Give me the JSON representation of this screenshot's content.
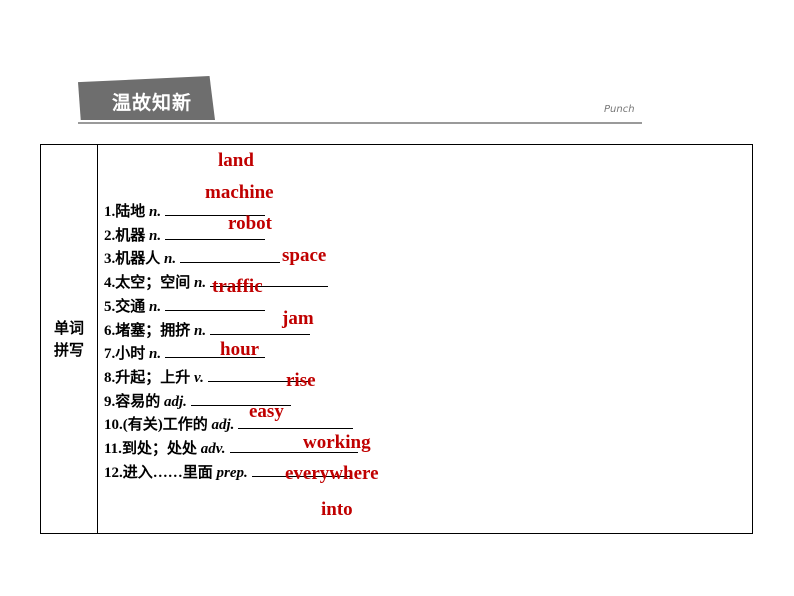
{
  "header": {
    "title": "温故知新",
    "corner_text": "Punch"
  },
  "table": {
    "row_label": "单词拼写",
    "items": [
      {
        "num": "1.",
        "cn": "陆地",
        "pos": "n.",
        "answer": "land"
      },
      {
        "num": "2.",
        "cn": "机器",
        "pos": "n.",
        "answer": "machine"
      },
      {
        "num": "3.",
        "cn": "机器人",
        "pos": "n.",
        "answer": "robot"
      },
      {
        "num": "4.",
        "cn": "太空；空间",
        "pos": "n.",
        "answer": "space"
      },
      {
        "num": "5.",
        "cn": "交通",
        "pos": "n.",
        "answer": "traffic"
      },
      {
        "num": "6.",
        "cn": "堵塞；拥挤",
        "pos": "n.",
        "answer": "jam"
      },
      {
        "num": "7.",
        "cn": "小时",
        "pos": "n.",
        "answer": "hour"
      },
      {
        "num": "8.",
        "cn": "升起；上升",
        "pos": "v.",
        "answer": "rise"
      },
      {
        "num": "9.",
        "cn": "容易的",
        "pos": "adj.",
        "answer": "easy"
      },
      {
        "num": "10.",
        "cn": "(有关)工作的",
        "pos": "adj.",
        "answer": "working"
      },
      {
        "num": "11.",
        "cn": "到处；处处",
        "pos": "adv.",
        "answer": "everywhere"
      },
      {
        "num": "12.",
        "cn": "进入……里面",
        "pos": "prep.",
        "answer": "into"
      }
    ]
  },
  "colors": {
    "answer": "#c00000",
    "banner": "#6e6e6e"
  }
}
